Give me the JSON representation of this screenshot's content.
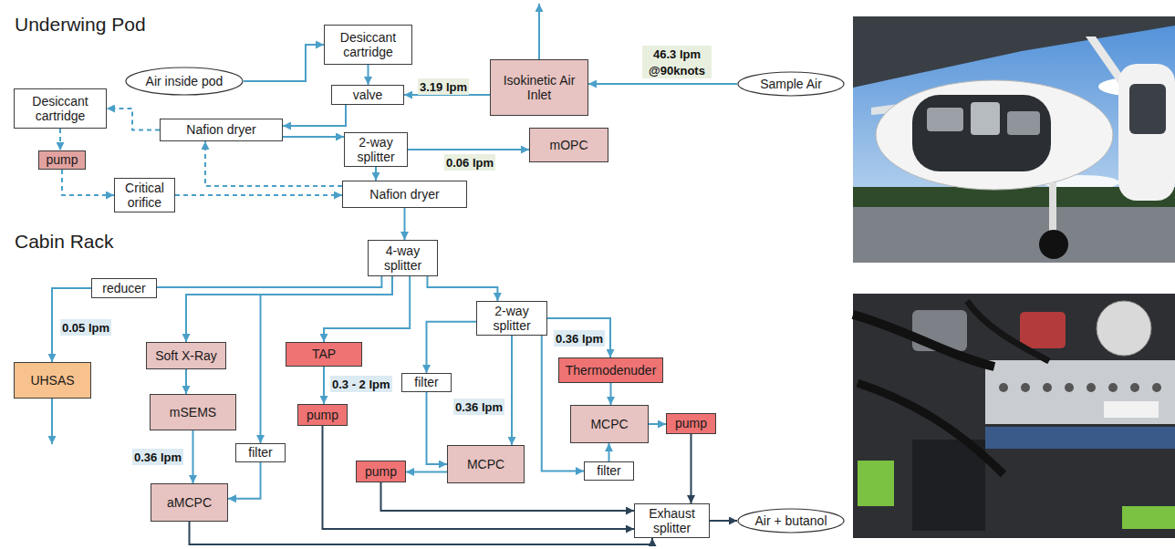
{
  "diagram": {
    "nodes": [
      {
        "text": [
          "Underwing Pod"
        ]
      },
      {
        "text": [
          "Air inside pod"
        ],
        "in": 0
      },
      {
        "text": [
          "Desiccant cartridge"
        ],
        "in": 0
      },
      {
        "text": [
          "Isokinetic Air Inlet"
        ],
        "in": 0
      },
      {
        "text": [
          "Sample Air"
        ]
      },
      {
        "text": [
          "valve"
        ],
        "in": 0
      },
      {
        "text": [
          "Desiccant cartridge"
        ],
        "in": 0
      },
      {
        "text": [
          "Nafion dryer"
        ],
        "in": 0
      },
      {
        "text": [
          "2-way splitter"
        ],
        "in": 0
      },
      {
        "text": [
          "mOPC"
        ],
        "in": 0
      },
      {
        "text": [
          "pump"
        ],
        "in": 0
      },
      {
        "text": [
          "Critical orifice"
        ],
        "in": 0
      },
      {
        "text": [
          "Nafion dryer"
        ],
        "in": 0
      },
      {
        "text": [
          "Cabin Rack"
        ]
      },
      {
        "text": [
          "4-way splitter"
        ],
        "in": 13
      },
      {
        "text": [
          "reducer"
        ],
        "in": 13
      },
      {
        "text": [
          "2-way splitter"
        ],
        "in": 13
      },
      {
        "text": [
          "UHSAS"
        ],
        "in": 13
      },
      {
        "text": [
          "Soft X-Ray"
        ],
        "in": 13
      },
      {
        "text": [
          "TAP"
        ],
        "in": 13
      },
      {
        "text": [
          "filter"
        ],
        "in": 13
      },
      {
        "text": [
          "Thermodenuder"
        ],
        "in": 13
      },
      {
        "text": [
          "mSEMS"
        ],
        "in": 13
      },
      {
        "text": [
          "pump"
        ],
        "in": 13
      },
      {
        "text": [
          "MCPC"
        ],
        "in": 13
      },
      {
        "text": [
          "pump"
        ],
        "in": 13
      },
      {
        "text": [
          "filter"
        ],
        "in": 13
      },
      {
        "text": [
          "MCPC"
        ],
        "in": 13
      },
      {
        "text": [
          "pump"
        ],
        "in": 13
      },
      {
        "text": [
          "filter"
        ],
        "in": 13
      },
      {
        "text": [
          "aMCPC"
        ],
        "in": 13
      },
      {
        "text": [
          "Exhaust splitter"
        ],
        "in": 13
      },
      {
        "text": [
          "Air + butanol"
        ]
      }
    ],
    "edges": [
      {
        "from": 4,
        "to": 3,
        "arrow": "to",
        "label": "46.3 lpm @90knots"
      },
      {
        "from": 3,
        "to": 5,
        "arrow": "to",
        "label": "3.19 lpm"
      },
      {
        "from": 1,
        "to": 2,
        "arrow": "to"
      },
      {
        "from": 2,
        "to": 5,
        "arrow": "to"
      },
      {
        "from": 5,
        "to": 7,
        "arrow": "to"
      },
      {
        "from": 7,
        "to": 8,
        "arrow": "to"
      },
      {
        "from": 7,
        "to": 6,
        "arrow": "to"
      },
      {
        "from": 6,
        "to": 10,
        "arrow": "to"
      },
      {
        "from": 10,
        "to": 11,
        "arrow": "to"
      },
      {
        "from": 11,
        "to": 12,
        "arrow": "to"
      },
      {
        "from": 12,
        "to": 7,
        "arrow": "to"
      },
      {
        "from": 8,
        "to": 9,
        "arrow": "to",
        "label": "0.06 lpm"
      },
      {
        "from": 8,
        "to": 12,
        "arrow": "to"
      },
      {
        "from": 12,
        "to": 14,
        "arrow": "to"
      },
      {
        "from": 14,
        "to": 15,
        "arrow": "none"
      },
      {
        "from": 15,
        "to": 17,
        "arrow": "to",
        "label": "0.05 lpm"
      },
      {
        "from": 14,
        "to": 18,
        "arrow": "to"
      },
      {
        "from": 14,
        "to": 26,
        "arrow": "to"
      },
      {
        "from": 14,
        "to": 19,
        "arrow": "to"
      },
      {
        "from": 14,
        "to": 16,
        "arrow": "to"
      },
      {
        "from": 18,
        "to": 22,
        "arrow": "to"
      },
      {
        "from": 22,
        "to": 30,
        "arrow": "to",
        "label": "0.36 lpm"
      },
      {
        "from": 26,
        "to": 30,
        "arrow": "to"
      },
      {
        "from": 19,
        "to": 23,
        "arrow": "to",
        "label": "0.3 - 2 lpm"
      },
      {
        "from": 16,
        "to": 20,
        "arrow": "to"
      },
      {
        "from": 16,
        "to": 27,
        "arrow": "to",
        "label": "0.36 lpm"
      },
      {
        "from": 16,
        "to": 21,
        "arrow": "to",
        "label": "0.36 lpm"
      },
      {
        "from": 16,
        "to": 29,
        "arrow": "to"
      },
      {
        "from": 20,
        "to": 27,
        "arrow": "to"
      },
      {
        "from": 21,
        "to": 24,
        "arrow": "to"
      },
      {
        "from": 29,
        "to": 24,
        "arrow": "to"
      },
      {
        "from": 24,
        "to": 25,
        "arrow": "to"
      },
      {
        "from": 27,
        "to": 28,
        "arrow": "to"
      },
      {
        "from": 23,
        "to": 31,
        "arrow": "to"
      },
      {
        "from": 28,
        "to": 31,
        "arrow": "to"
      },
      {
        "from": 25,
        "to": 31,
        "arrow": "to"
      },
      {
        "from": 30,
        "to": 31,
        "arrow": "to"
      },
      {
        "from": 31,
        "to": 32,
        "arrow": "to"
      }
    ]
  }
}
